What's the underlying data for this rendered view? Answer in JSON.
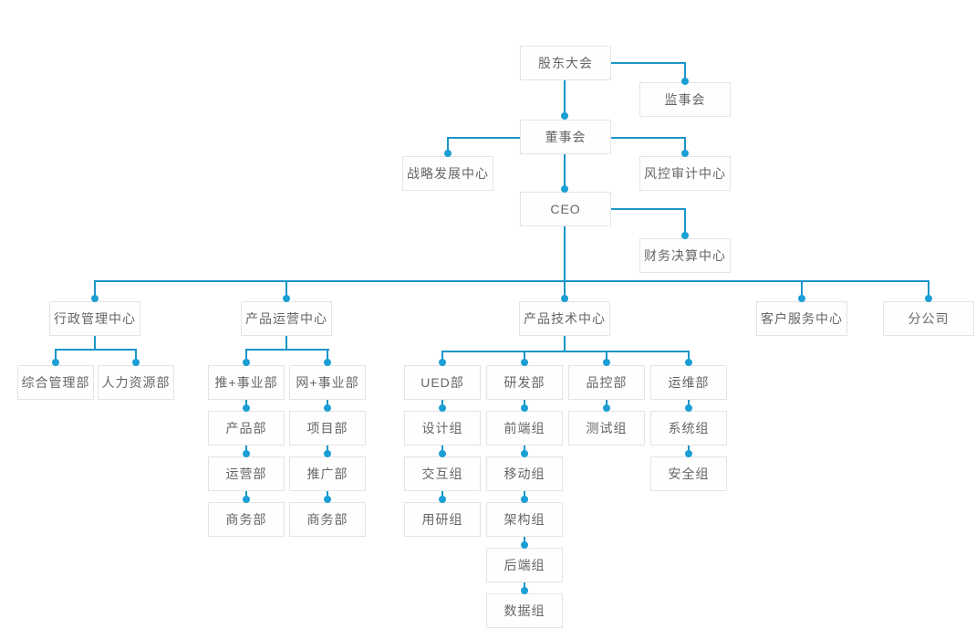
{
  "diagram_type": "org-chart",
  "colors": {
    "connector_line": "#1b95c9",
    "connector_dot": "#1b9fd4",
    "node_border": "#e4e4e4",
    "node_background": "#fefefe",
    "node_text": "#666666",
    "page_background": "#ffffff"
  },
  "org": {
    "shareholders_meeting": "股东大会",
    "supervisory_board": "监事会",
    "board_of_directors": "董事会",
    "strategy_center": "战略发展中心",
    "risk_audit_center": "风控审计中心",
    "ceo": "CEO",
    "finance_center": "财务决算中心",
    "admin_center": "行政管理中心",
    "product_ops_center": "产品运营中心",
    "product_tech_center": "产品技术中心",
    "customer_service_center": "客户服务中心",
    "branch_company": "分公司",
    "general_admin_dept": "综合管理部",
    "hr_dept": "人力资源部",
    "tui_division": "推+事业部",
    "wang_division": "网+事业部",
    "product_dept": "产品部",
    "project_dept": "项目部",
    "operations_dept": "运营部",
    "promotion_dept": "推广部",
    "business_dept_1": "商务部",
    "business_dept_2": "商务部",
    "ued_dept": "UED部",
    "design_group": "设计组",
    "interaction_group": "交互组",
    "user_research_group": "用研组",
    "rd_dept": "研发部",
    "frontend_group": "前端组",
    "mobile_group": "移动组",
    "architecture_group": "架构组",
    "backend_group": "后端组",
    "data_group": "数据组",
    "qa_dept": "品控部",
    "testing_group": "测试组",
    "ops_maintenance_dept": "运维部",
    "system_group": "系统组",
    "security_group": "安全组"
  },
  "hierarchy": {
    "root": "shareholders_meeting",
    "edges": [
      [
        "shareholders_meeting",
        "supervisory_board"
      ],
      [
        "shareholders_meeting",
        "board_of_directors"
      ],
      [
        "board_of_directors",
        "strategy_center"
      ],
      [
        "board_of_directors",
        "risk_audit_center"
      ],
      [
        "board_of_directors",
        "ceo"
      ],
      [
        "ceo",
        "finance_center"
      ],
      [
        "ceo",
        "admin_center"
      ],
      [
        "ceo",
        "product_ops_center"
      ],
      [
        "ceo",
        "product_tech_center"
      ],
      [
        "ceo",
        "customer_service_center"
      ],
      [
        "ceo",
        "branch_company"
      ],
      [
        "admin_center",
        "general_admin_dept"
      ],
      [
        "admin_center",
        "hr_dept"
      ],
      [
        "product_ops_center",
        "tui_division"
      ],
      [
        "product_ops_center",
        "wang_division"
      ],
      [
        "tui_division",
        "product_dept"
      ],
      [
        "product_dept",
        "operations_dept"
      ],
      [
        "operations_dept",
        "business_dept_1"
      ],
      [
        "wang_division",
        "project_dept"
      ],
      [
        "project_dept",
        "promotion_dept"
      ],
      [
        "promotion_dept",
        "business_dept_2"
      ],
      [
        "product_tech_center",
        "ued_dept"
      ],
      [
        "ued_dept",
        "design_group"
      ],
      [
        "design_group",
        "interaction_group"
      ],
      [
        "interaction_group",
        "user_research_group"
      ],
      [
        "product_tech_center",
        "rd_dept"
      ],
      [
        "rd_dept",
        "frontend_group"
      ],
      [
        "frontend_group",
        "mobile_group"
      ],
      [
        "mobile_group",
        "architecture_group"
      ],
      [
        "architecture_group",
        "backend_group"
      ],
      [
        "backend_group",
        "data_group"
      ],
      [
        "product_tech_center",
        "qa_dept"
      ],
      [
        "qa_dept",
        "testing_group"
      ],
      [
        "product_tech_center",
        "ops_maintenance_dept"
      ],
      [
        "ops_maintenance_dept",
        "system_group"
      ],
      [
        "system_group",
        "security_group"
      ]
    ]
  }
}
